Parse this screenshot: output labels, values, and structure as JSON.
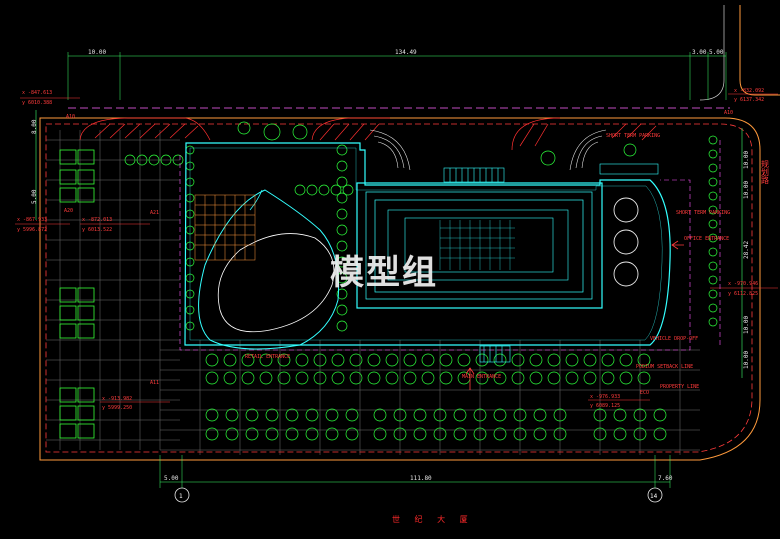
{
  "dimensions": {
    "top_left_offset": "10.00",
    "top_total": "134.49",
    "top_right_a": "3.00",
    "top_right_b": "5.00",
    "bottom_left_offset": "5.00",
    "bottom_total": "111.80",
    "bottom_right": "7.60",
    "right_1": "10.00",
    "right_2": "10.00",
    "right_3": "28.42",
    "right_4": "10.00",
    "right_5": "10.00",
    "left_1": "8.00",
    "left_2": "5.00"
  },
  "coordinates": {
    "top_left": {
      "x": "x -847.613",
      "y": "y 6010.388"
    },
    "top_right": {
      "x": "x -832.092",
      "y": "y 6137.342"
    },
    "mid_left_a": {
      "x": "x -867.933",
      "y": "y 5996.872"
    },
    "mid_left_b": {
      "x": "x -872.013",
      "y": "y 6013.522"
    },
    "right_mid": {
      "x": "x -970.946",
      "y": "y 6112.825"
    },
    "bottom_left": {
      "x": "x -913.982",
      "y": "y 5999.250"
    },
    "bottom_right": {
      "x": "x -976.933",
      "y": "y 6089.125"
    }
  },
  "markers": {
    "a10_left": "A10",
    "a10_right": "A10",
    "a20": "A20",
    "a21": "A21",
    "a11": "A11",
    "grid_1": "1",
    "grid_14": "14",
    "eco": "ECO"
  },
  "annotations": {
    "short_term_parking_top": "SHORT TERM PARKING",
    "short_term_parking_right": "SHORT TERM PARKING",
    "office_entrance": "OFFICE ENTRANCE",
    "podium_setback": "PODIUM SETBACK LINE",
    "property_line": "PROPERTY LINE",
    "retail_entrance": "RETAIL ENTRANCE",
    "main_entrance": "MAIN ENTRANCE",
    "vehicle_drop": "VEHICLE DROP-OFF"
  },
  "watermark": "模型组",
  "title": "世 纪 大 厦",
  "side_label_right": "规划路"
}
